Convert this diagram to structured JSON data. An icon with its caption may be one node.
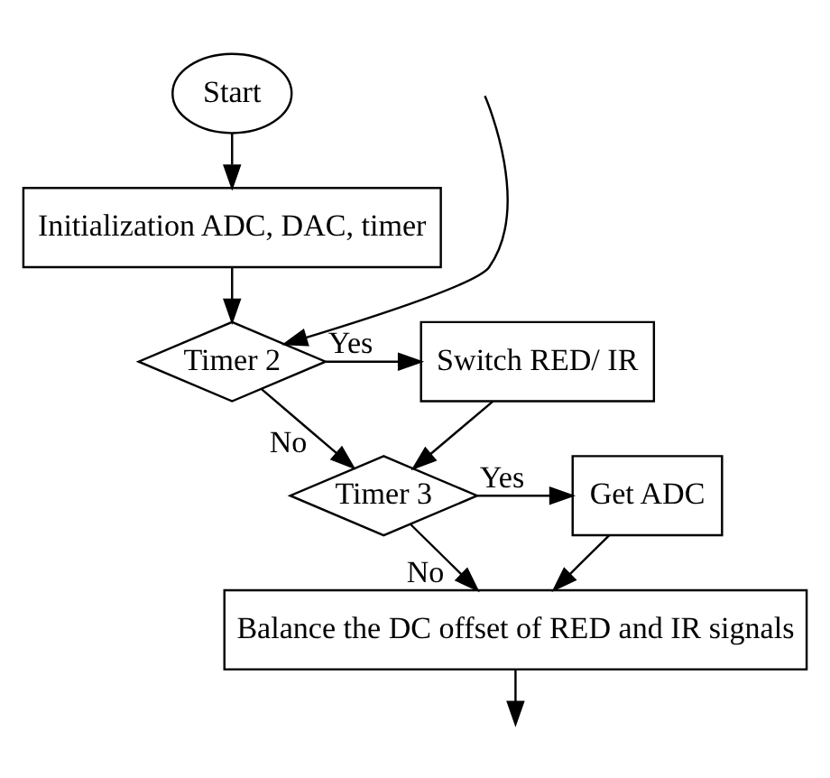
{
  "diagram": {
    "nodes": [
      {
        "text": [
          "Start"
        ]
      },
      {
        "text": [
          "Initialization ADC, DAC, timer"
        ]
      },
      {
        "text": [
          "Timer 2"
        ]
      },
      {
        "text": [
          "Switch RED/ IR"
        ]
      },
      {
        "text": [
          "Timer 3"
        ]
      },
      {
        "text": [
          "Get ADC"
        ]
      },
      {
        "text": [
          "Balance the DC offset of RED and IR signals"
        ]
      }
    ],
    "edges": [
      {
        "from": 0,
        "to": 1,
        "arrow": "to"
      },
      {
        "from": 1,
        "to": 2,
        "arrow": "to"
      },
      {
        "from": 2,
        "to": 3,
        "arrow": "to",
        "label": "Yes"
      },
      {
        "from": 2,
        "to": 4,
        "arrow": "to",
        "label": "No"
      },
      {
        "from": 3,
        "to": 4,
        "arrow": "to"
      },
      {
        "from": 4,
        "to": 5,
        "arrow": "to",
        "label": "Yes"
      },
      {
        "from": 4,
        "to": 6,
        "arrow": "to",
        "label": "No"
      },
      {
        "from": 5,
        "to": 6,
        "arrow": "to"
      },
      {
        "from": 6,
        "to": null,
        "arrow": "to"
      },
      {
        "from": null,
        "to": 2,
        "arrow": "to"
      }
    ]
  }
}
